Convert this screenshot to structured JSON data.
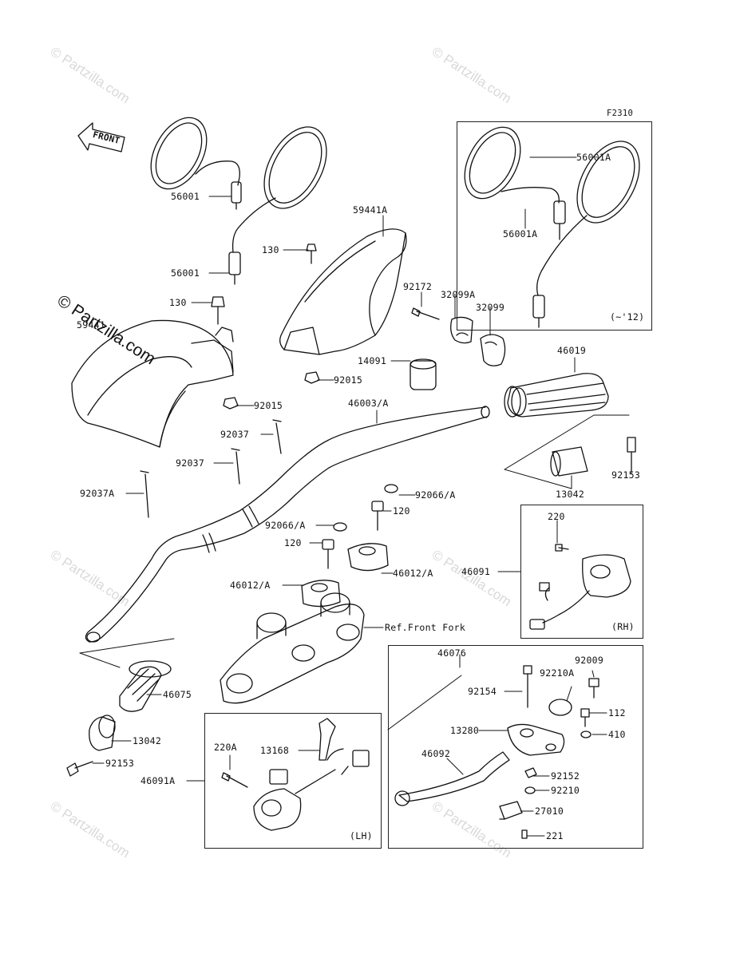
{
  "figure_code": "F2310",
  "front_label": "FRONT",
  "watermark_text": "© Partzilla.com",
  "box_notes": {
    "mirror_variant": "(~'12)",
    "rh_switch": "(RH)",
    "lh_switch": "(LH)"
  },
  "labels": {
    "l56001_top": "56001",
    "l56001_bottom": "56001",
    "l56001A_top": "56001A",
    "l56001A_bottom": "56001A",
    "l59441A": "59441A",
    "l59441": "59441",
    "l130_upper": "130",
    "l130_lower": "130",
    "l92015_upper": "92015",
    "l92015_lower": "92015",
    "l92172": "92172",
    "l32099A": "32099A",
    "l32099": "32099",
    "l14091": "14091",
    "l46019": "46019",
    "l46003": "46003/A",
    "l92037_a": "92037",
    "l92037_b": "92037",
    "l92037A": "92037A",
    "l92153_right": "92153",
    "l13042_right": "13042",
    "l92066_right": "92066/A",
    "l92066_left": "92066/A",
    "l120_right": "120",
    "l120_left": "120",
    "l46012_right": "46012/A",
    "l46012_left": "46012/A",
    "l220": "220",
    "l46091": "46091",
    "l_front_fork": "Ref.Front Fork",
    "l46076": "46076",
    "l92154": "92154",
    "l92210A": "92210A",
    "l92009": "92009",
    "l112": "112",
    "l13280": "13280",
    "l410": "410",
    "l46092": "46092",
    "l92152": "92152",
    "l92210": "92210",
    "l27010": "27010",
    "l221": "221",
    "l46075": "46075",
    "l13042_left": "13042",
    "l92153_left": "92153",
    "l220A": "220A",
    "l13168": "13168",
    "l46091A": "46091A"
  }
}
